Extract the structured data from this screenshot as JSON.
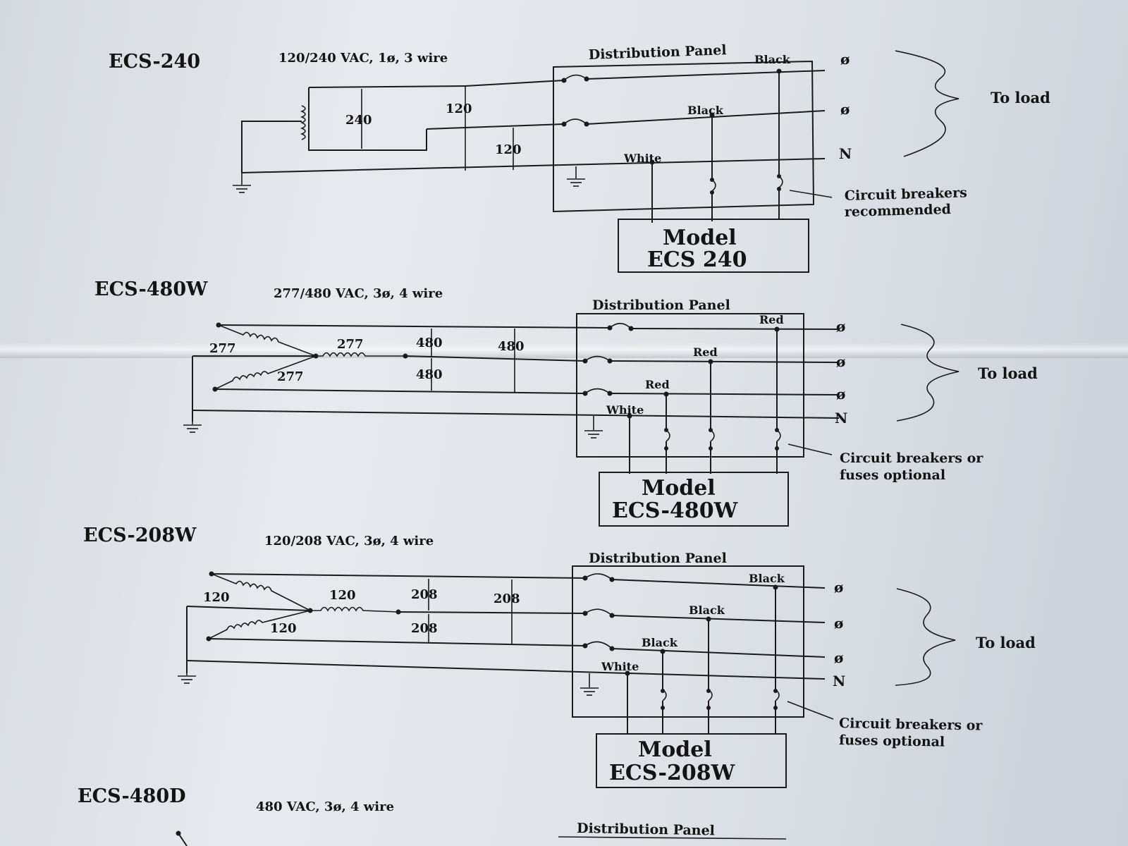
{
  "sections": [
    {
      "model_code": "ECS-240",
      "spec": "120/240 VAC, 1ø, 3 wire",
      "panel_title": "Distribution Panel",
      "wire_colors": [
        "Black",
        "Black",
        "White"
      ],
      "voltages": [
        "240",
        "120",
        "120"
      ],
      "terminals": [
        "ø",
        "ø",
        "N"
      ],
      "load_label": "To load",
      "breaker_note": [
        "Circuit breakers",
        "recommended"
      ],
      "model_box": [
        "Model",
        "ECS 240"
      ]
    },
    {
      "model_code": "ECS-480W",
      "spec": "277/480 VAC, 3ø, 4 wire",
      "panel_title": "Distribution Panel",
      "wire_colors": [
        "Red",
        "Red",
        "Red",
        "White"
      ],
      "voltages": [
        "277",
        "277",
        "277",
        "480",
        "480",
        "480"
      ],
      "terminals": [
        "ø",
        "ø",
        "ø",
        "N"
      ],
      "load_label": "To load",
      "breaker_note": [
        "Circuit breakers or",
        "fuses optional"
      ],
      "model_box": [
        "Model",
        "ECS-480W"
      ]
    },
    {
      "model_code": "ECS-208W",
      "spec": "120/208 VAC, 3ø, 4 wire",
      "panel_title": "Distribution Panel",
      "wire_colors": [
        "Black",
        "Black",
        "Black",
        "White"
      ],
      "voltages": [
        "120",
        "120",
        "120",
        "208",
        "208",
        "208"
      ],
      "terminals": [
        "ø",
        "ø",
        "ø",
        "N"
      ],
      "load_label": "To load",
      "breaker_note": [
        "Circuit breakers or",
        "fuses optional"
      ],
      "model_box": [
        "Model",
        "ECS-208W"
      ]
    },
    {
      "model_code": "ECS-480D",
      "spec": "480 VAC, 3ø, 4 wire",
      "panel_title": "Distribution Panel"
    }
  ]
}
